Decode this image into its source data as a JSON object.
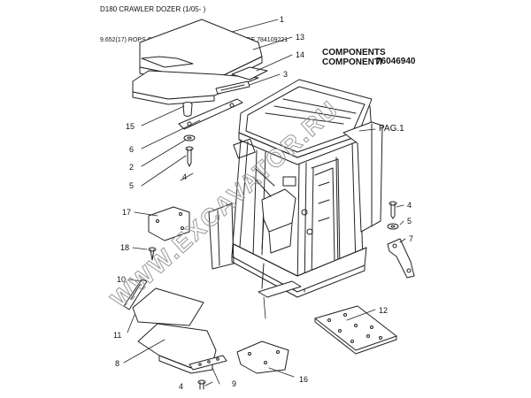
{
  "header": {
    "title": "D180 CRAWLER DOZER (1/05- )",
    "subtitle": "9.652(17) ROPS CAB - COVERING - OPTIONAL CODE 784109221"
  },
  "components": {
    "line1": "COMPONENTS",
    "line2": "COMPONENTI",
    "code": "76046940"
  },
  "callouts": {
    "c1": "1",
    "c13": "13",
    "c14": "14",
    "c3": "3",
    "c15": "15",
    "c6": "6",
    "c2": "2",
    "c5a": "5",
    "c4a": "4",
    "pag": "PAG.1",
    "c4b": "4",
    "c5b": "5",
    "c7": "7",
    "c17": "17",
    "c18": "18",
    "c10": "10",
    "c11": "11",
    "c8": "8",
    "c12": "12",
    "c16": "16",
    "c4c": "4",
    "c9": "9"
  },
  "watermark": "WWW.EXCAVATOR.RU"
}
